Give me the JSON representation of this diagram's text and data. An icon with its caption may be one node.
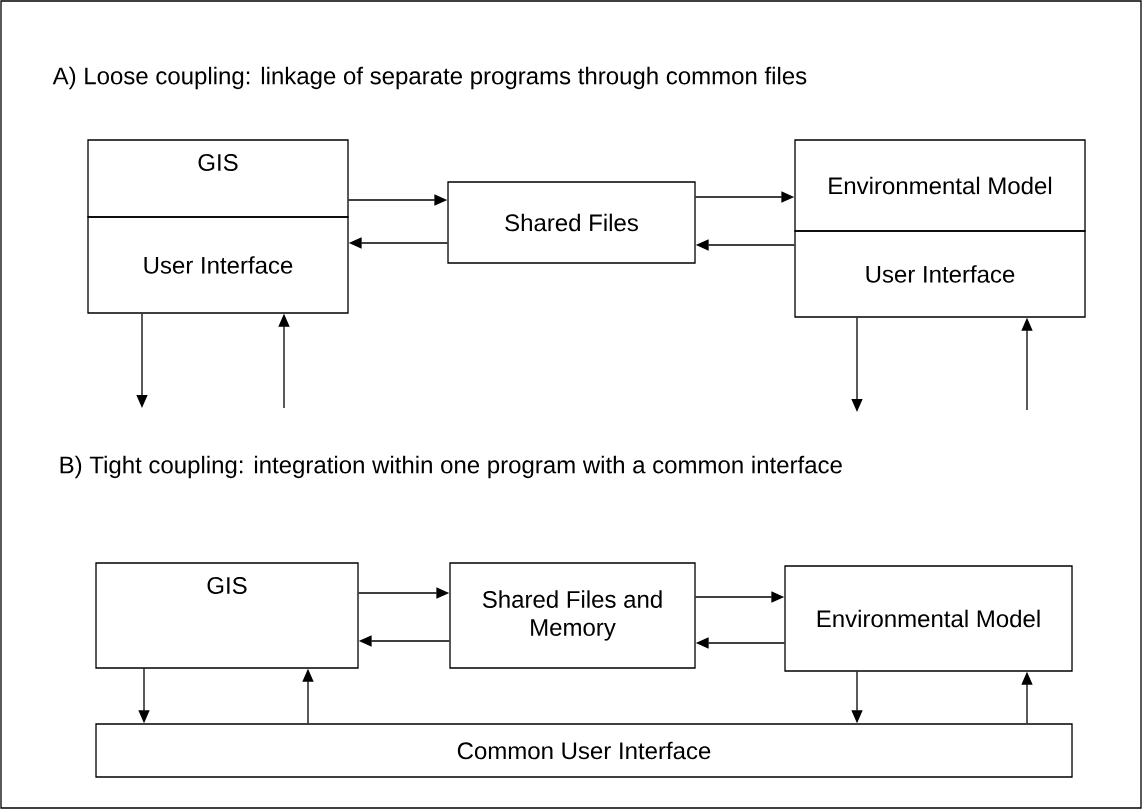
{
  "diagram": {
    "nodes": [
      {
        "text": [
          "GIS"
        ]
      },
      {
        "text": [
          "User Interface"
        ]
      },
      {
        "text": [
          "Shared Files"
        ]
      },
      {
        "text": [
          "Environmental Model"
        ]
      },
      {
        "text": [
          "User Interface"
        ]
      },
      {
        "text": [
          "GIS"
        ]
      },
      {
        "text": [
          "Shared Files and Memory"
        ]
      },
      {
        "text": [
          "Environmental Model"
        ]
      },
      {
        "text": [
          "Common User Interface"
        ]
      }
    ],
    "edges": [
      {
        "from": 0,
        "to": 2,
        "arrow": "to"
      },
      {
        "from": 2,
        "to": 1,
        "arrow": "to"
      },
      {
        "from": 2,
        "to": 3,
        "arrow": "to"
      },
      {
        "from": 4,
        "to": 2,
        "arrow": "to"
      },
      {
        "from": 1,
        "to": null,
        "arrow": "to"
      },
      {
        "from": null,
        "to": 1,
        "arrow": "to"
      },
      {
        "from": 4,
        "to": null,
        "arrow": "to"
      },
      {
        "from": null,
        "to": 4,
        "arrow": "to"
      },
      {
        "from": 5,
        "to": 6,
        "arrow": "to"
      },
      {
        "from": 6,
        "to": 5,
        "arrow": "to"
      },
      {
        "from": 6,
        "to": 7,
        "arrow": "to"
      },
      {
        "from": 7,
        "to": 6,
        "arrow": "to"
      },
      {
        "from": 5,
        "to": 8,
        "arrow": "to"
      },
      {
        "from": 8,
        "to": 5,
        "arrow": "to"
      },
      {
        "from": 7,
        "to": 8,
        "arrow": "to"
      },
      {
        "from": 8,
        "to": 7,
        "arrow": "to"
      }
    ],
    "labels": [
      "A) Loose coupling: linkage of separate programs through common files",
      "B) Tight coupling: integration within one program with a common interface"
    ]
  }
}
